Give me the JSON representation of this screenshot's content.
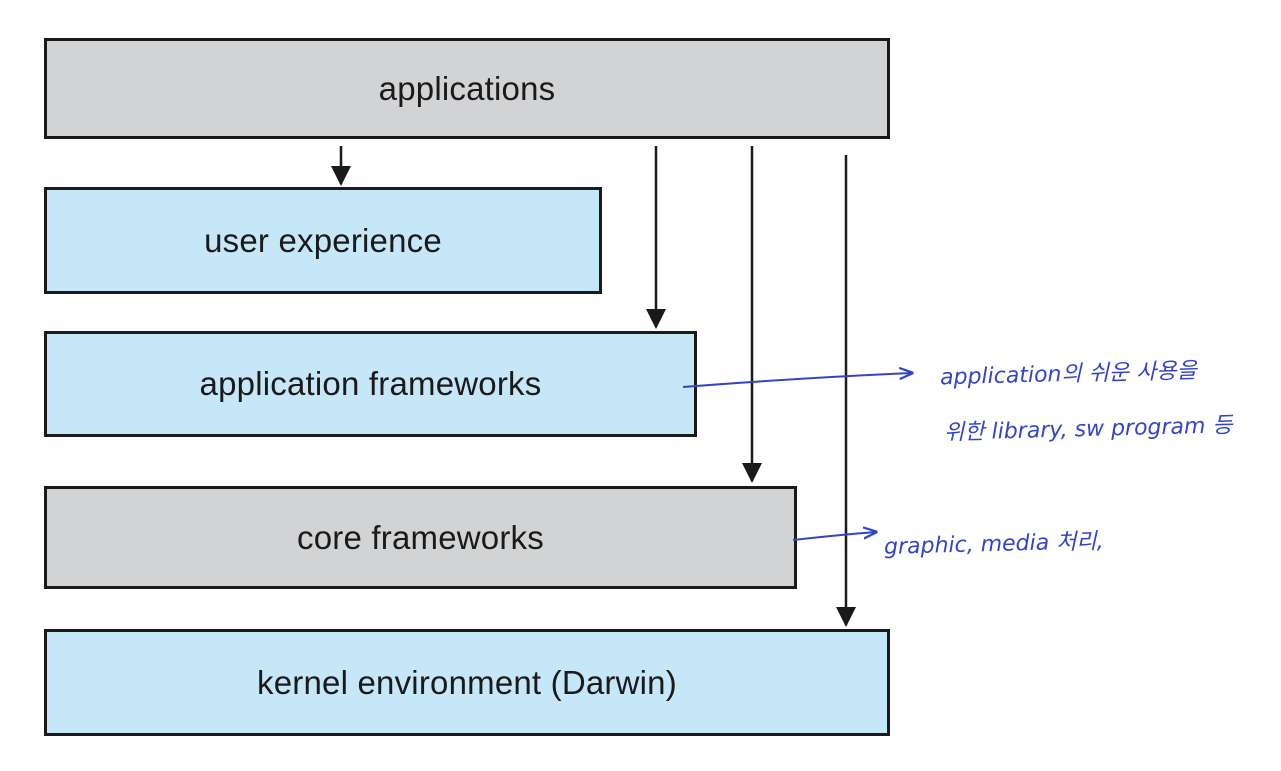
{
  "layers": {
    "applications": "applications",
    "user_experience": "user experience",
    "application_frameworks": "application frameworks",
    "core_frameworks": "core frameworks",
    "kernel_environment": "kernel environment (Darwin)"
  },
  "handwritten_notes": {
    "application_frameworks_note_line1": "application의 쉬운 사용을",
    "application_frameworks_note_line2": "위한 library, sw program 등",
    "core_frameworks_note": "graphic, media 처리,"
  },
  "colors": {
    "gray_layer": "#d2d3d5",
    "blue_layer": "#c6e7f8",
    "border": "#1a1a1a",
    "annotation_ink": "#3344c4"
  }
}
